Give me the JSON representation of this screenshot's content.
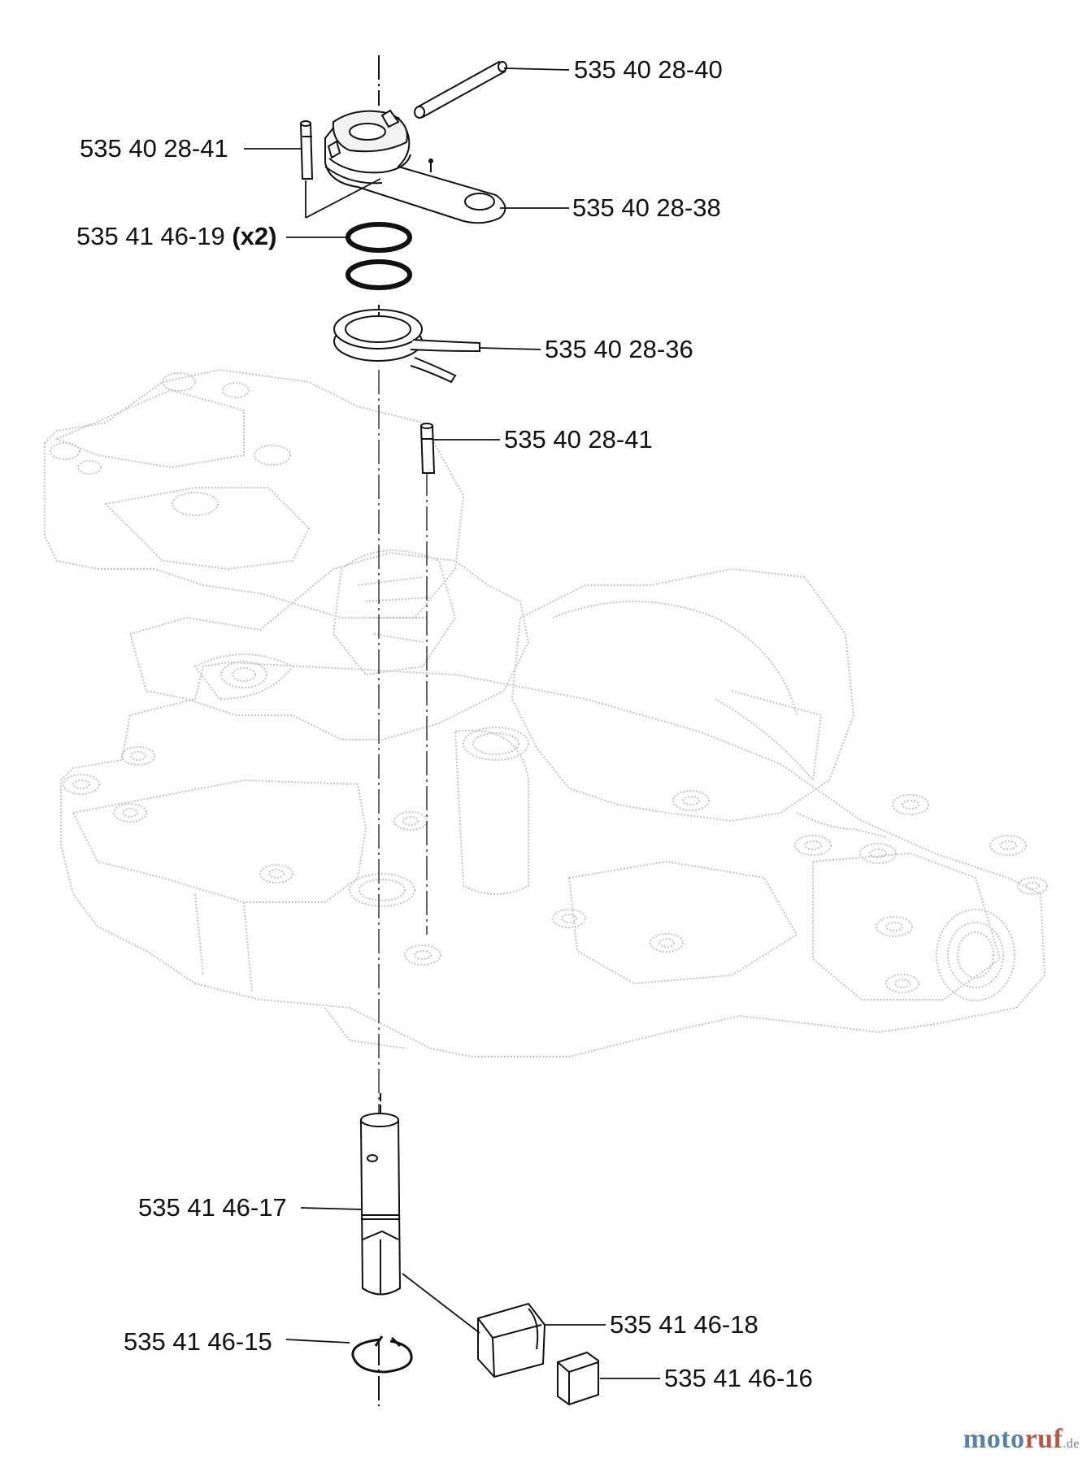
{
  "parts": {
    "p1": {
      "number": "535 40 28-40"
    },
    "p2": {
      "number": "535 40 28-41"
    },
    "p3": {
      "number": "535 40 28-38"
    },
    "p4": {
      "number": "535 41 46-19",
      "qty": "(x2)"
    },
    "p5": {
      "number": "535 40 28-36"
    },
    "p6": {
      "number": "535 40 28-41"
    },
    "p7": {
      "number": "535 41 46-17"
    },
    "p8": {
      "number": "535 41 46-18"
    },
    "p9": {
      "number": "535 41 46-15"
    },
    "p10": {
      "number": "535 41 46-16"
    }
  },
  "watermark": {
    "part1": "moto",
    "part2": "ruf",
    "part3": ".de"
  },
  "colors": {
    "ink": "#111111",
    "housing": "#c4c4c4"
  }
}
